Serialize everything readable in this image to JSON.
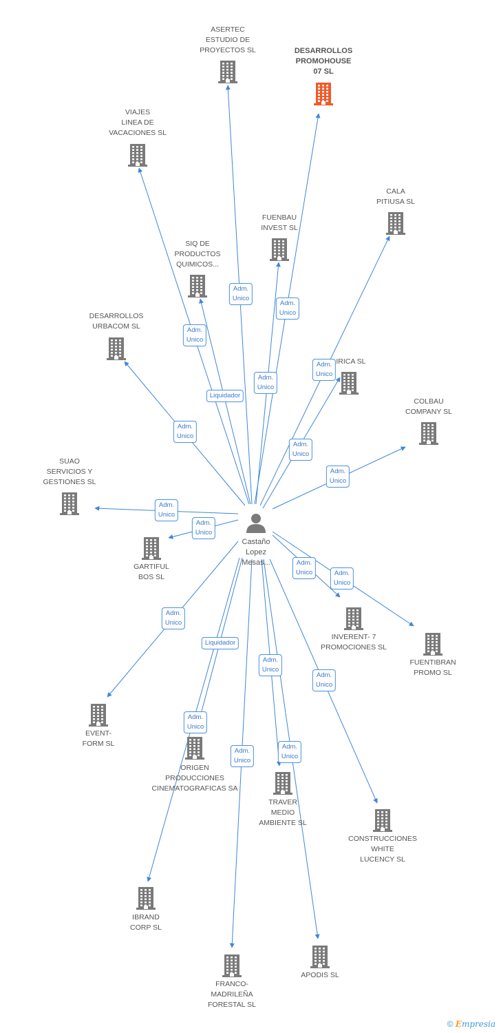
{
  "center": {
    "label": "Castaño\nLopez\nMesas..."
  },
  "colors": {
    "edge": "#3f86d8",
    "building": "#7a7a7a",
    "highlight": "#f05a28",
    "person": "#7a7a7a"
  },
  "nodes": [
    {
      "id": "asertec",
      "label": "ASERTEC\nESTUDIO DE\nPROYECTOS SL",
      "icon": "building-icon"
    },
    {
      "id": "desarrollos-promohouse",
      "label": "DESARROLLOS\nPROMOHOUSE\n07 SL",
      "icon": "building-icon",
      "highlight": true
    },
    {
      "id": "viajes",
      "label": "VIAJES\nLINEA DE\nVACACIONES SL",
      "icon": "building-icon"
    },
    {
      "id": "cala-pitiusa",
      "label": "CALA\nPITIUSA SL",
      "icon": "building-icon"
    },
    {
      "id": "fuenbau",
      "label": "FUENBAU\nINVEST SL",
      "icon": "building-icon"
    },
    {
      "id": "siq",
      "label": "SIQ DE\nPRODUCTOS\nQUIMICOS...",
      "icon": "building-icon"
    },
    {
      "id": "desarrollos-urbacom",
      "label": "DESARROLLOS\nURBACOM SL",
      "icon": "building-icon"
    },
    {
      "id": "lirica",
      "label": "LIRICA SL",
      "icon": "building-icon"
    },
    {
      "id": "colbau",
      "label": "COLBAU\nCOMPANY SL",
      "icon": "building-icon"
    },
    {
      "id": "suao",
      "label": "SUAO\nSERVICIOS Y\nGESTIONES SL",
      "icon": "building-icon"
    },
    {
      "id": "gartiful",
      "label": "GARTIFUL\nBOS  SL",
      "icon": "building-icon"
    },
    {
      "id": "inverent",
      "label": "INVERENT- 7\nPROMOCIONES SL",
      "icon": "building-icon"
    },
    {
      "id": "fuentibran",
      "label": "FUENTIBRAN\nPROMO SL",
      "icon": "building-icon"
    },
    {
      "id": "event-form",
      "label": "EVENT-\nFORM SL",
      "icon": "building-icon"
    },
    {
      "id": "origen",
      "label": "ORIGEN\nPRODUCCIONES\nCINEMATOGRAFICAS SA",
      "icon": "building-icon"
    },
    {
      "id": "traver",
      "label": "TRAVER\nMEDIO\nAMBIENTE SL",
      "icon": "building-icon"
    },
    {
      "id": "construcciones-white",
      "label": "CONSTRUCCIONES\nWHITE\nLUCENCY SL",
      "icon": "building-icon"
    },
    {
      "id": "ibrand",
      "label": "IBRAND\nCORP SL",
      "icon": "building-icon"
    },
    {
      "id": "franco",
      "label": "FRANCO-\nMADRILEÑA\nFORESTAL SL",
      "icon": "building-icon"
    },
    {
      "id": "apodis",
      "label": "APODIS SL",
      "icon": "building-icon"
    }
  ],
  "edges": [
    {
      "to": "asertec",
      "role": "Adm.\nUnico"
    },
    {
      "to": "desarrollos-promohouse",
      "role": "Adm.\nUnico"
    },
    {
      "to": "viajes",
      "role": "Adm.\nUnico"
    },
    {
      "to": "cala-pitiusa",
      "role": "Adm.\nUnico"
    },
    {
      "to": "fuenbau",
      "role": "Adm.\nUnico"
    },
    {
      "to": "siq",
      "role": "Liquidador"
    },
    {
      "to": "desarrollos-urbacom",
      "role": "Adm.\nUnico"
    },
    {
      "to": "lirica",
      "role": "Adm.\nUnico"
    },
    {
      "to": "colbau",
      "role": "Adm.\nUnico"
    },
    {
      "to": "suao",
      "role": "Adm.\nUnico"
    },
    {
      "to": "gartiful",
      "role": "Adm.\nUnico"
    },
    {
      "to": "inverent",
      "role": "Adm.\nUnico"
    },
    {
      "to": "fuentibran",
      "role": "Adm.\nUnico"
    },
    {
      "to": "event-form",
      "role": "Adm.\nUnico"
    },
    {
      "to": "origen",
      "role": "Adm.\nUnico"
    },
    {
      "to": "ibrand",
      "role": "Liquidador"
    },
    {
      "to": "traver",
      "role": "Adm.\nUnico"
    },
    {
      "to": "construcciones-white",
      "role": "Adm.\nUnico"
    },
    {
      "to": "franco",
      "role": "Adm.\nUnico"
    },
    {
      "to": "apodis",
      "role": "Adm.\nUnico"
    }
  ],
  "footer": {
    "copyright": "©",
    "brand_initial": "E",
    "brand_rest": "mpresia"
  }
}
